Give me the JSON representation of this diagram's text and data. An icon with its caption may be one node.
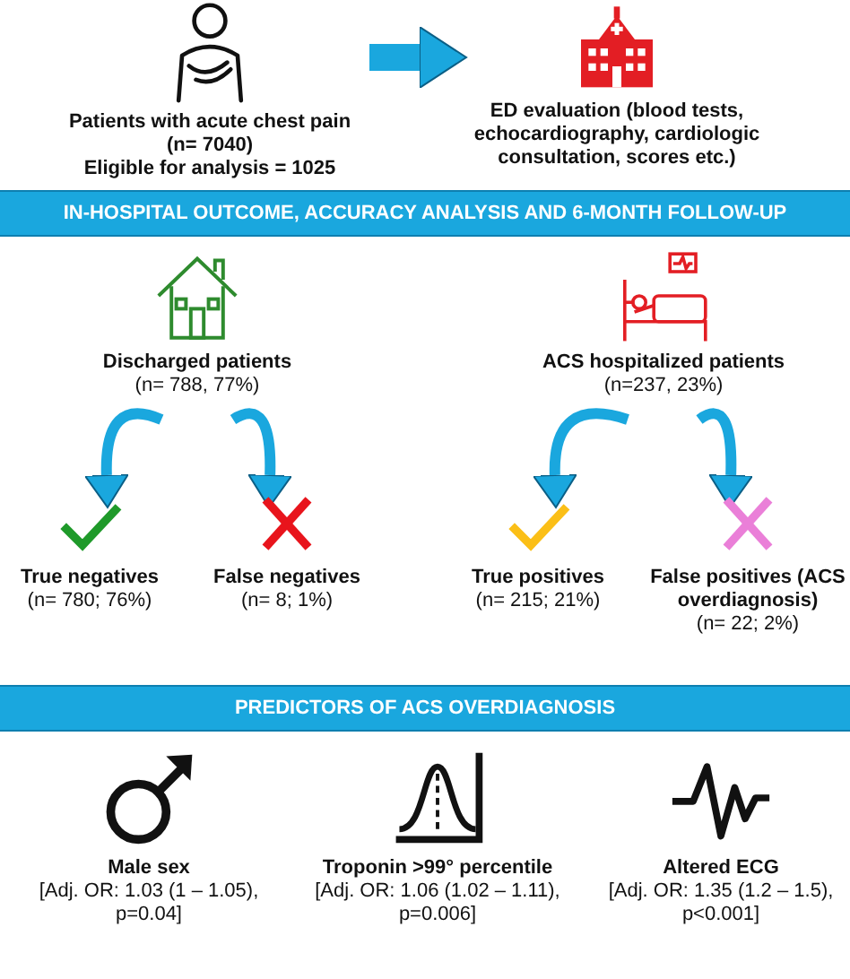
{
  "diagram": {
    "nodes": [
      {
        "text": [
          "Patients with acute chest pain",
          "(n= 7040)",
          "Eligible for analysis = 1025"
        ]
      },
      {
        "text": [
          "ED evaluation (blood tests, echocardiography, cardiologic consultation, scores etc.)"
        ]
      },
      {
        "text": [
          "IN-HOSPITAL OUTCOME, ACCURACY ANALYSIS AND 6-MONTH FOLLOW-UP"
        ]
      },
      {
        "text": [
          "Discharged patients",
          "(n= 788, 77%)"
        ]
      },
      {
        "text": [
          "ACS hospitalized patients",
          "(n=237, 23%)"
        ]
      },
      {
        "text": [
          "True negatives",
          "(n= 780; 76%)"
        ]
      },
      {
        "text": [
          "False negatives",
          "(n= 8; 1%)"
        ]
      },
      {
        "text": [
          "True positives",
          "(n= 215; 21%)"
        ]
      },
      {
        "text": [
          "False positives (ACS overdiagnosis)",
          "(n= 22; 2%)"
        ]
      },
      {
        "text": [
          "PREDICTORS OF ACS OVERDIAGNOSIS"
        ]
      },
      {
        "text": [
          "Male sex",
          "[Adj. OR: 1.03 (1 – 1.05), p=0.04]"
        ]
      },
      {
        "text": [
          "Troponin >99° percentile",
          "[Adj. OR: 1.06 (1.02 – 1.11), p=0.006]"
        ]
      },
      {
        "text": [
          "Altered ECG",
          "[Adj. OR: 1.35 (1.2 – 1.5), p<0.001]"
        ]
      }
    ],
    "edges": [
      {
        "from": 0,
        "to": 1,
        "arrow": "to",
        "style": "thick"
      },
      {
        "from": 3,
        "to": 5,
        "arrow": "to"
      },
      {
        "from": 3,
        "to": 6,
        "arrow": "to"
      },
      {
        "from": 4,
        "to": 7,
        "arrow": "to"
      },
      {
        "from": 4,
        "to": 8,
        "arrow": "to"
      }
    ]
  }
}
